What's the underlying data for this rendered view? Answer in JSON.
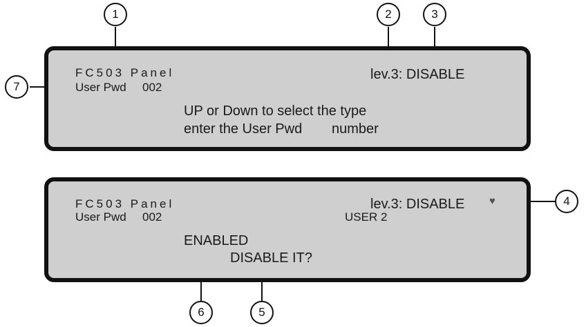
{
  "panel1": {
    "title": "FC503 Panel",
    "field_label": "User Pwd",
    "field_value": "002",
    "level": "lev.3: DISABLE",
    "message_line1": "UP or Down to select the type",
    "message_line2_a": "enter the User Pwd",
    "message_line2_b": "number"
  },
  "panel2": {
    "title": "FC503 Panel",
    "field_label": "User Pwd",
    "field_value": "002",
    "user": "USER 2",
    "level": "lev.3: DISABLE",
    "status": "ENABLED",
    "prompt": "DISABLE IT?",
    "heart_glyph": "♥"
  },
  "callouts": [
    "1",
    "2",
    "3",
    "4",
    "5",
    "6",
    "7"
  ],
  "colors": {
    "panel_bg": "#cfcfcf",
    "border": "#111111",
    "text": "#1a1a1a"
  }
}
